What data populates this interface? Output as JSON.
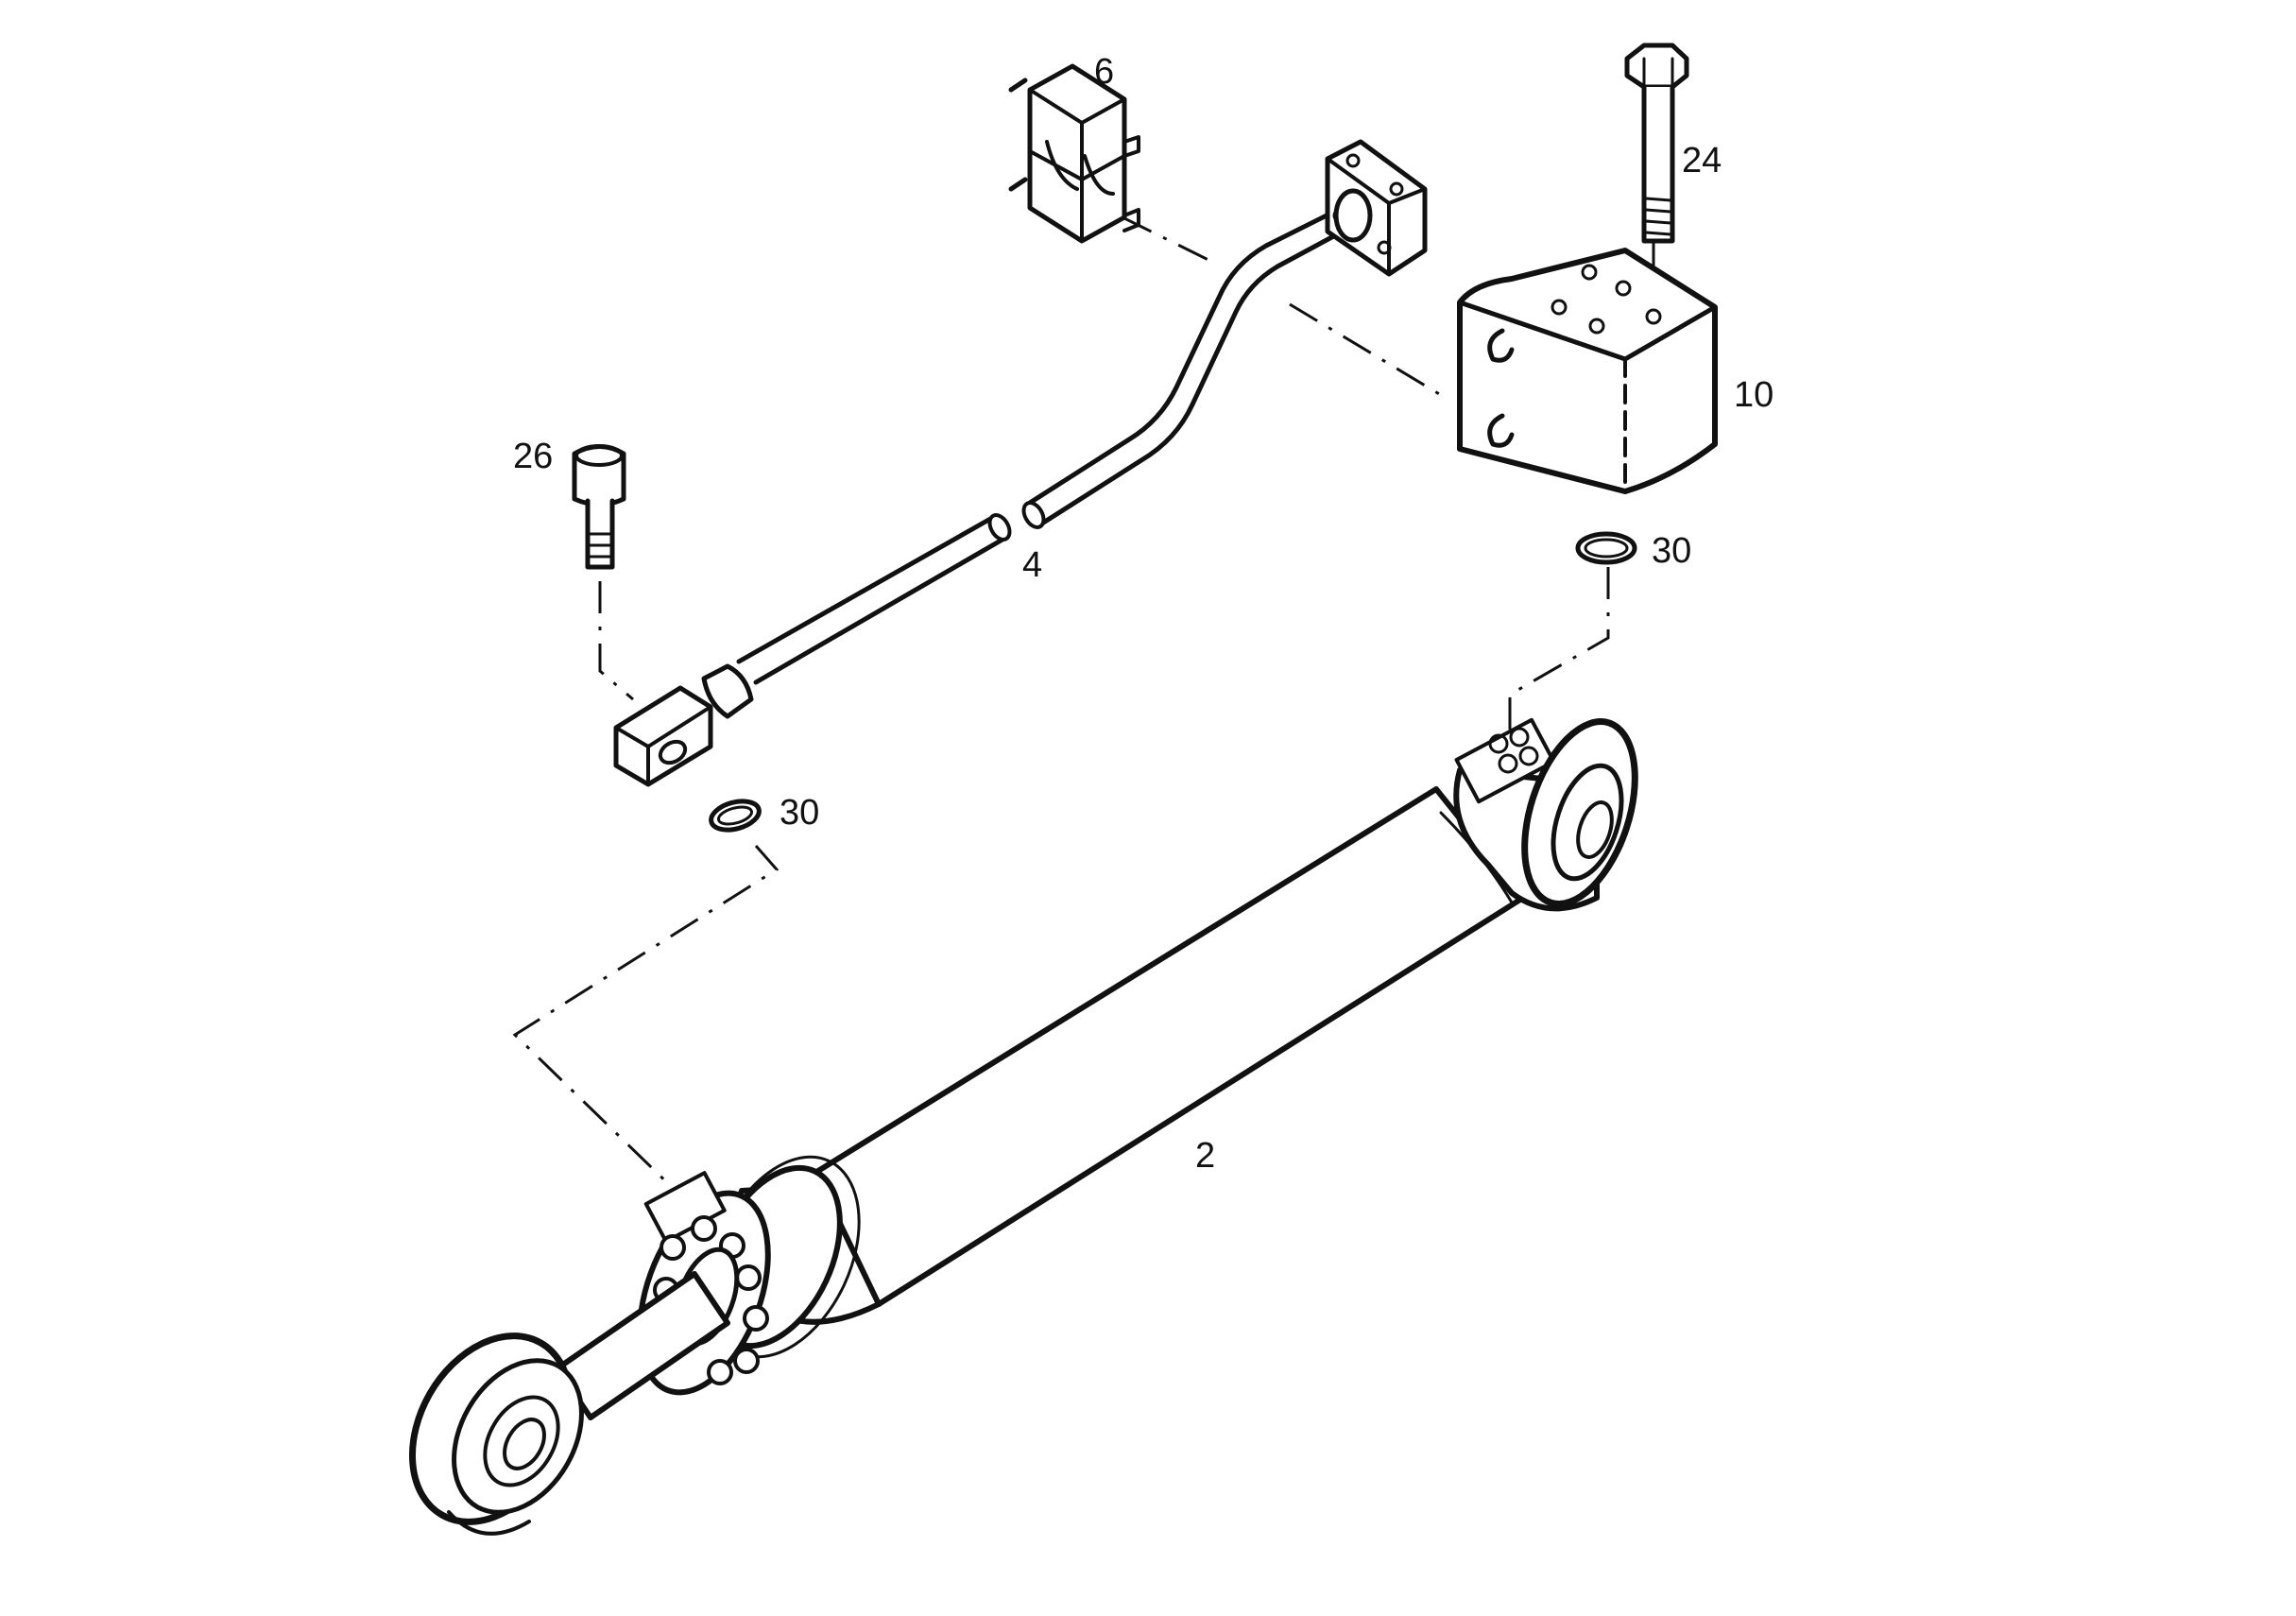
{
  "parts": {
    "cylinder": {
      "number": "2"
    },
    "pipe": {
      "number": "4"
    },
    "clamp": {
      "number": "6"
    },
    "valve_block": {
      "number": "10"
    },
    "bolt_long": {
      "number": "24"
    },
    "bolt_socket": {
      "number": "26"
    },
    "seal_upper": {
      "number": "30"
    },
    "seal_lower": {
      "number": "30"
    }
  },
  "colors": {
    "ink": "#111111",
    "background": "#ffffff"
  }
}
